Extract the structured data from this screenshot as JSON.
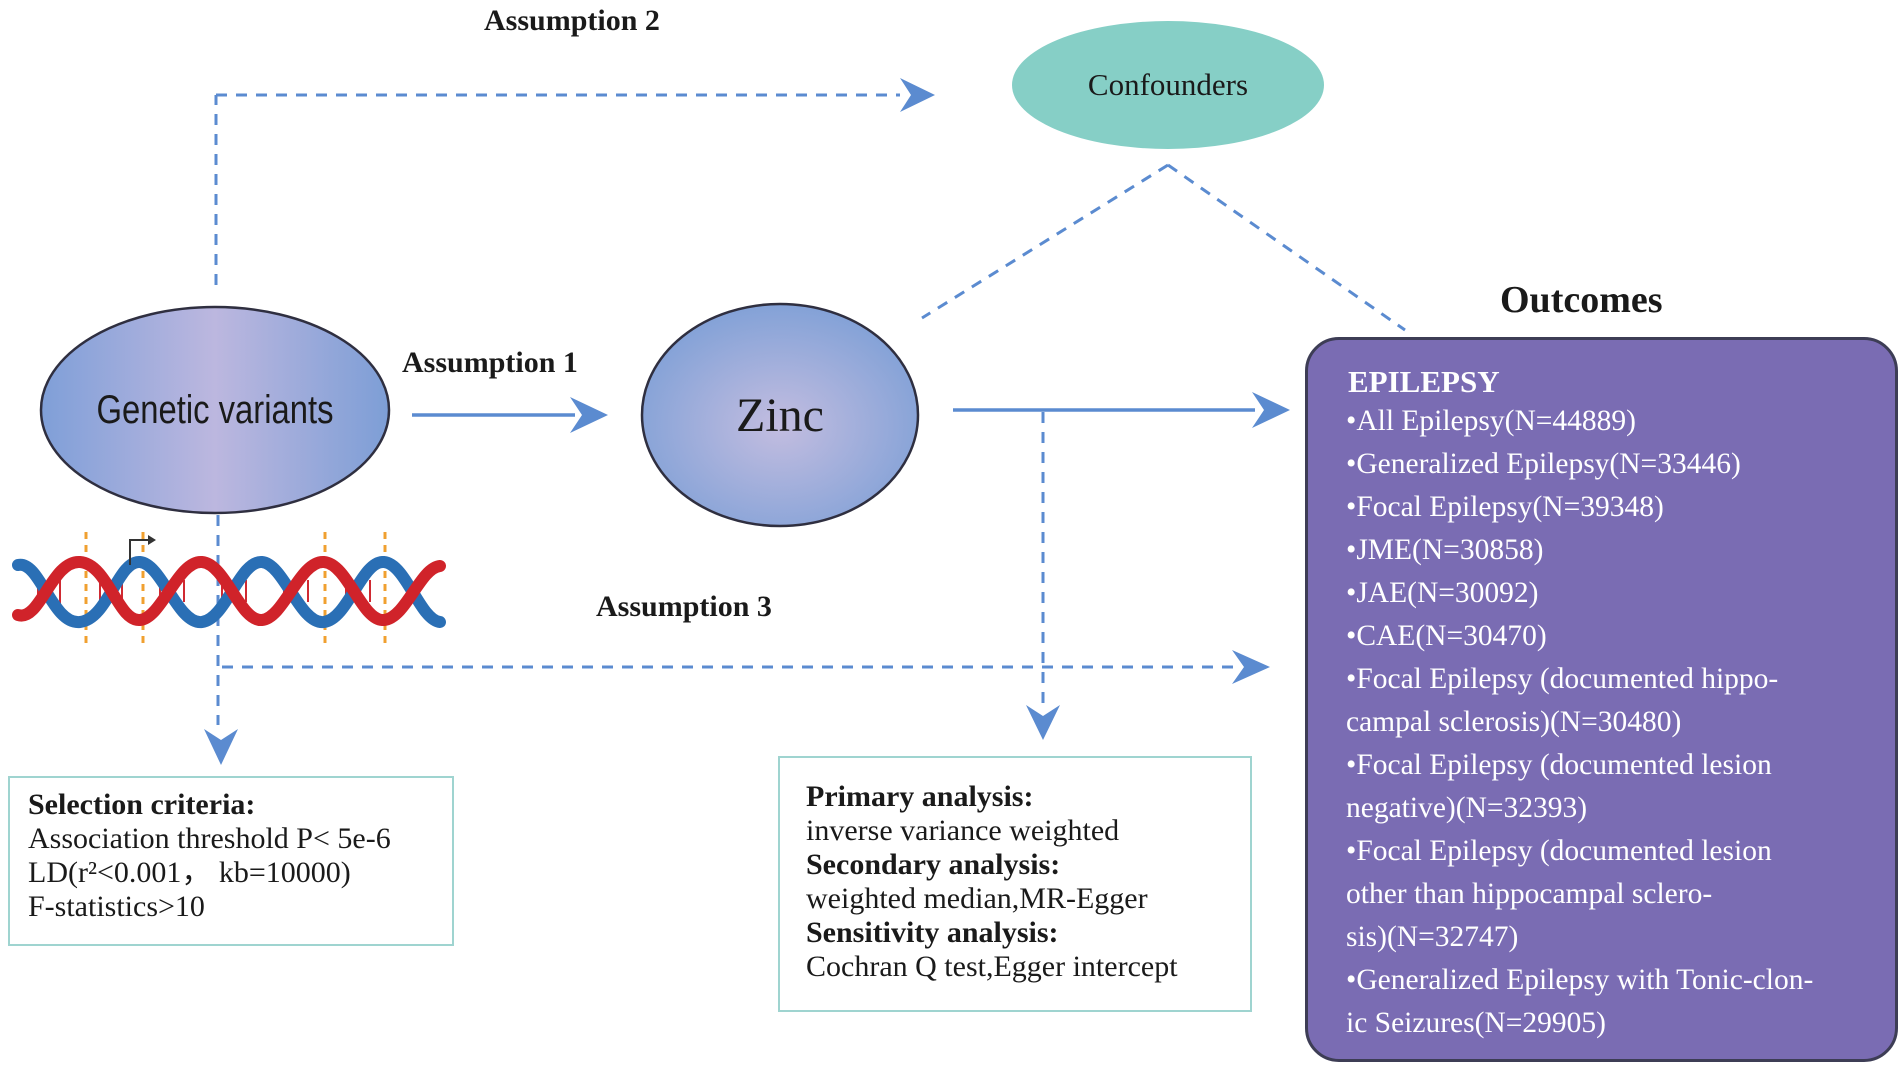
{
  "labels": {
    "assumption1": "Assumption 1",
    "assumption2": "Assumption 2",
    "assumption3": "Assumption 3",
    "outcomes_heading": "Outcomes"
  },
  "nodes": {
    "genetic_variants": "Genetic variants",
    "zinc": "Zinc",
    "confounders": "Confounders"
  },
  "selection_box": {
    "heading": "Selection criteria:",
    "lines": [
      "Association threshold P< 5e-6",
      "LD(r²<0.001， kb=10000)",
      "F-statistics>10"
    ]
  },
  "analysis_box": {
    "primary_heading": "Primary analysis:",
    "primary_text": "inverse variance weighted",
    "secondary_heading": "Secondary analysis:",
    "secondary_text": "weighted median,MR-Egger",
    "sensitivity_heading": "Sensitivity analysis:",
    "sensitivity_text": "Cochran Q test,Egger intercept"
  },
  "outcomes": {
    "title": "EPILEPSY",
    "items": [
      "•All Epilepsy(N=44889)",
      "•Generalized Epilepsy(N=33446)",
      "•Focal Epilepsy(N=39348)",
      "•JME(N=30858)",
      "•JAE(N=30092)",
      "•CAE(N=30470)",
      "•Focal Epilepsy (documented hippo-",
      "campal sclerosis)(N=30480)",
      "•Focal Epilepsy (documented lesion",
      "negative)(N=32393)",
      "•Focal Epilepsy (documented lesion",
      "other than hippocampal sclero-",
      "sis)(N=32747)",
      "•Generalized Epilepsy with Tonic-clon-",
      "ic Seizures(N=29905)"
    ]
  },
  "colors": {
    "arrow": "#5b8bd0",
    "ellipse_blue": "#8fa8d8",
    "confounders_fill": "#86cfc6",
    "box_border": "#9fd4d0",
    "outcomes_fill": "#7a6cb3",
    "dna_red": "#d0232a",
    "dna_blue": "#2a6fb5",
    "dna_marker": "#f0a030"
  },
  "icons": [
    "dna-helix-icon"
  ]
}
